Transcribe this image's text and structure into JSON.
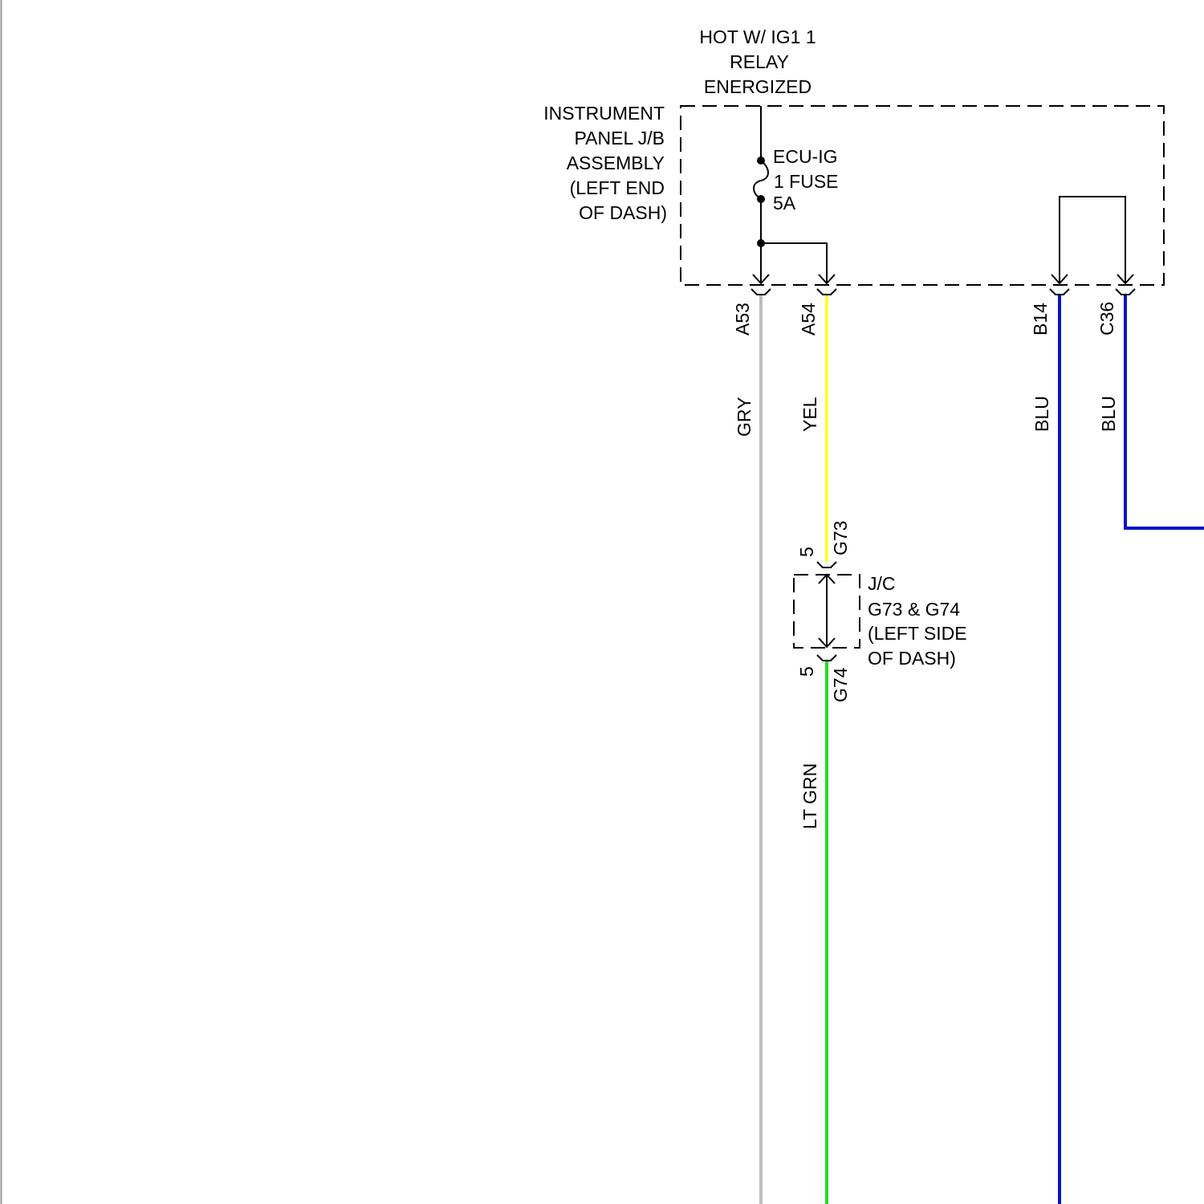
{
  "power_source": [
    "HOT W/ IG1 1",
    "RELAY",
    "ENERGIZED"
  ],
  "junction_block": {
    "label": [
      "INSTRUMENT",
      "PANEL J/B",
      "ASSEMBLY",
      "(LEFT END",
      "OF DASH)"
    ]
  },
  "fuse": {
    "label": [
      "ECU-IG",
      "1 FUSE",
      "5A"
    ]
  },
  "terminals": {
    "a53": "A53",
    "a54": "A54",
    "b14": "B14",
    "c36": "C36"
  },
  "wires": {
    "gry": {
      "label": "GRY",
      "color": "#bdbdbd"
    },
    "yel": {
      "label": "YEL",
      "color": "#ffff33"
    },
    "ltgrn": {
      "label": "LT GRN",
      "color": "#22dd22"
    },
    "blu_b14": {
      "label": "BLU",
      "color": "#0a14c8"
    },
    "blu_c36": {
      "label": "BLU",
      "color": "#0a14c8"
    }
  },
  "junction_connector": {
    "label": [
      "J/C",
      "G73 & G74",
      "(LEFT SIDE",
      "OF DASH)"
    ],
    "top_pin": "5",
    "top_connector": "G73",
    "bottom_pin": "5",
    "bottom_connector": "G74"
  }
}
